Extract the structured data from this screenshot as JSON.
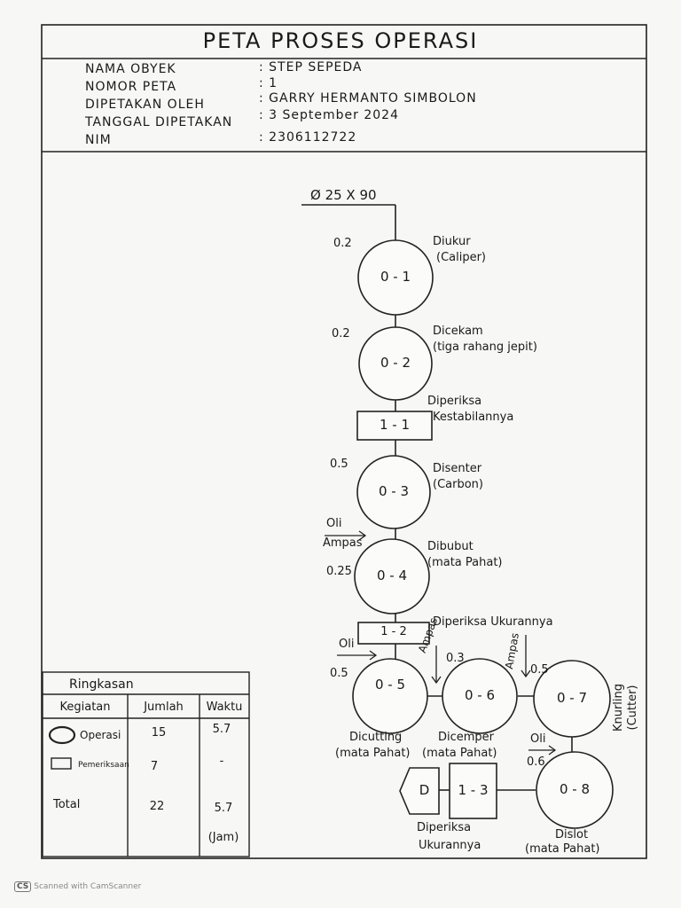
{
  "title": "PETA PROSES OPERASI",
  "header": [
    {
      "label": "NAMA OBYEK",
      "value": ": STEP SEPEDA"
    },
    {
      "label": "NOMOR PETA",
      "value": ": 1"
    },
    {
      "label": "DIPETAKAN OLEH",
      "value": ": GARRY HERMANTO SIMBOLON"
    },
    {
      "label": "TANGGAL DIPETAKAN",
      "value": ": 3 September 2024"
    },
    {
      "label": "NIM",
      "value": ": 2306112722"
    }
  ],
  "start_material": "Ø 25 X 90",
  "steps": [
    {
      "id": "op1",
      "type": "operation",
      "code": "0 - 1",
      "time": "0.2",
      "desc": [
        "Diukur",
        "(Caliper)"
      ]
    },
    {
      "id": "op2",
      "type": "operation",
      "code": "0 - 2",
      "time": "0.2",
      "desc": [
        "Dicekam",
        "(tiga rahang jepit)"
      ]
    },
    {
      "id": "in1",
      "type": "inspection",
      "code": "1 - 1",
      "desc": [
        "Diperiksa",
        "Kestabilannya"
      ]
    },
    {
      "id": "op3",
      "type": "operation",
      "code": "0 - 3",
      "time": "0.5",
      "desc": [
        "Disenter",
        "(Carbon)"
      ]
    },
    {
      "id": "op4",
      "type": "operation",
      "code": "0 - 4",
      "time": "0.25",
      "desc": [
        "Dibubut",
        "(mata Pahat)"
      ],
      "inputs": [
        "Oli",
        "Ampas"
      ]
    },
    {
      "id": "in2",
      "type": "inspection",
      "code": "1 - 2",
      "desc": [
        "Diperiksa Ukurannya"
      ]
    },
    {
      "id": "op5",
      "type": "operation",
      "code": "0 - 5",
      "time": "0.5",
      "desc": [
        "Dicutting",
        "(mata Pahat)"
      ],
      "inputs": [
        "Oli"
      ]
    },
    {
      "id": "op6",
      "type": "operation",
      "code": "0 - 6",
      "time": "0.3",
      "desc": [
        "Dicemper",
        "(mata Pahat)"
      ],
      "inputs": [
        "Ampas"
      ]
    },
    {
      "id": "op7",
      "type": "operation",
      "code": "0 - 7",
      "time": "0.5",
      "desc": [
        "Knurling",
        "(Cutter)"
      ],
      "inputs": [
        "Ampas"
      ]
    },
    {
      "id": "op8",
      "type": "operation",
      "code": "0 - 8",
      "time": "0.6",
      "desc": [
        "Dislot",
        "(mata Pahat)"
      ],
      "inputs": [
        "Oli"
      ]
    },
    {
      "id": "in3",
      "type": "inspection",
      "code": "1 - 3",
      "desc": [
        "Diperiksa",
        "Ukurannya"
      ]
    },
    {
      "id": "st1",
      "type": "storage",
      "code": "D"
    }
  ],
  "summary": {
    "title": "Ringkasan",
    "columns": [
      "Kegiatan",
      "Jumlah",
      "Waktu"
    ],
    "rows": [
      {
        "kegiatan": "Operasi",
        "jumlah": "15",
        "waktu": "5.7"
      },
      {
        "kegiatan": "Pemeriksaan",
        "jumlah": "7",
        "waktu": "-"
      },
      {
        "kegiatan": "Total",
        "jumlah": "22",
        "waktu": "5.7"
      }
    ],
    "unit": "(Jam)"
  },
  "footer": {
    "badge": "CS",
    "text": "Scanned with CamScanner"
  }
}
